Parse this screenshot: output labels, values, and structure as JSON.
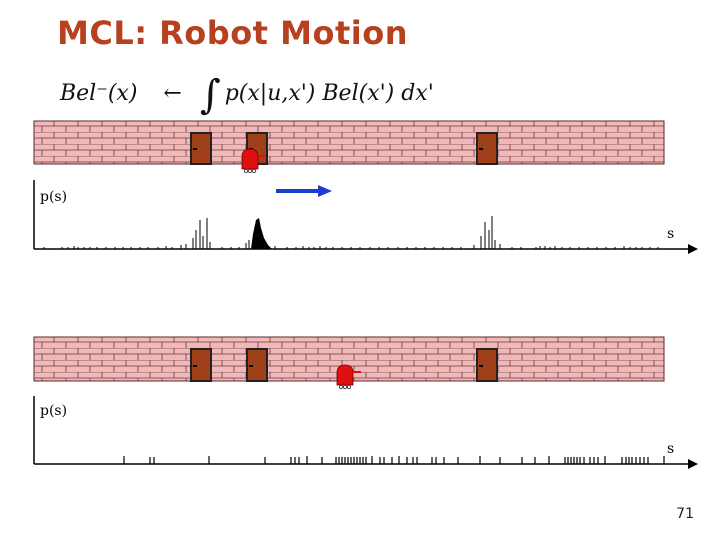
{
  "title": "MCL: Robot Motion",
  "formula": {
    "lhs": "Bel⁻(x)",
    "arrow": "←",
    "integral": "∫",
    "rhs": "p(x|u,x') Bel(x') dx'"
  },
  "panels": [
    {
      "y_label": "p(s)",
      "x_label": "s"
    },
    {
      "y_label": "p(s)",
      "x_label": "s"
    }
  ],
  "slide_number": "71",
  "colors": {
    "title": "#b8401e",
    "wall": "#f0b8b8",
    "door": "#a0401a",
    "robot": "#e01010",
    "motion_arrow": "#1a3ccf"
  },
  "icons": [
    "robot-icon",
    "door-icon",
    "motion-arrow-icon"
  ]
}
